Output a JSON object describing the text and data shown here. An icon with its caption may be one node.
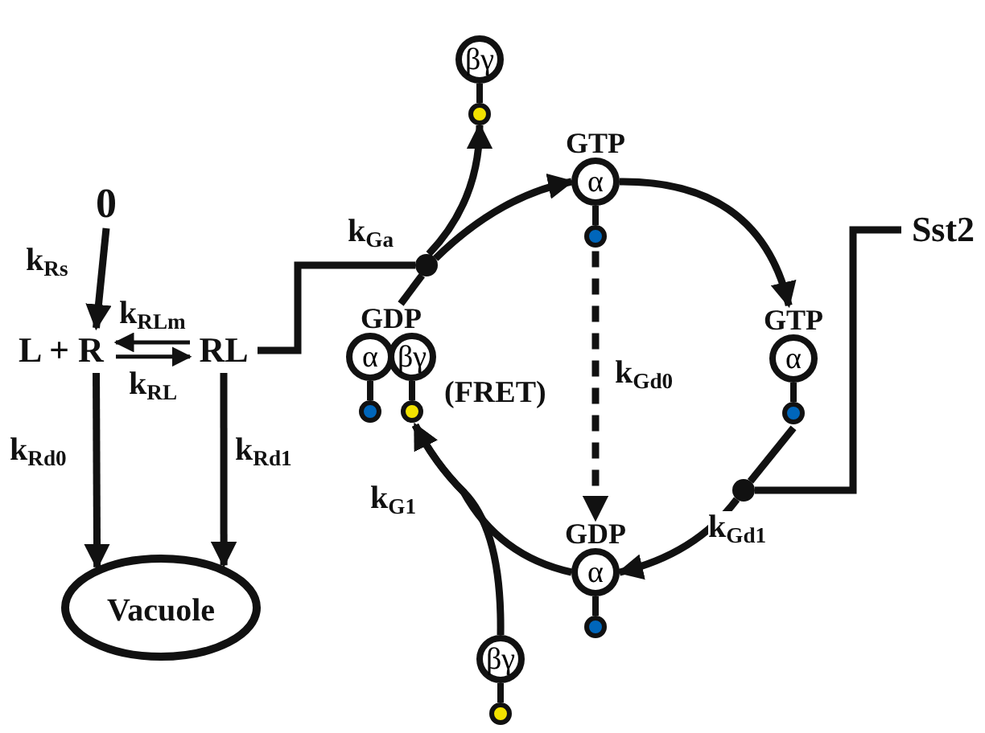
{
  "diagram": {
    "nodes": [
      {
        "text": [
          "0"
        ]
      },
      {
        "text": [
          "L + R"
        ]
      },
      {
        "text": [
          "RL"
        ]
      },
      {
        "text": [
          "Vacuole"
        ]
      },
      {
        "text": [
          "βγ"
        ]
      },
      {
        "text": [
          "GTP",
          "α"
        ]
      },
      {
        "text": [
          "GTP",
          "α"
        ]
      },
      {
        "text": [
          "GDP",
          "α"
        ]
      },
      {
        "text": [
          "GDP",
          "α",
          "βγ"
        ],
        "beside": [
          "(FRET)"
        ]
      },
      {
        "text": [
          "βγ"
        ]
      },
      {
        "text": [
          "Sst2"
        ]
      },
      {
        "text": [],
        "shape": "circle"
      },
      {
        "text": [],
        "shape": "circle"
      }
    ],
    "edges": [
      {
        "from": 0,
        "to": 1,
        "arrow": "to",
        "label": "k$_{Rs}$"
      },
      {
        "from": 2,
        "to": 1,
        "arrow": "to",
        "label": "k$_{RLm}$"
      },
      {
        "from": 1,
        "to": 2,
        "arrow": "to",
        "label": "k$_{RL}$"
      },
      {
        "from": 1,
        "to": 3,
        "arrow": "to",
        "label": "k$_{Rd0}$"
      },
      {
        "from": 2,
        "to": 3,
        "arrow": "to",
        "label": "k$_{Rd1}$"
      },
      {
        "from": 2,
        "to": 11,
        "arrow": "none"
      },
      {
        "from": 8,
        "to": 11,
        "arrow": "none"
      },
      {
        "from": 11,
        "to": 5,
        "arrow": "to",
        "label": "k$_{Ga}$"
      },
      {
        "from": 11,
        "to": 4,
        "arrow": "to"
      },
      {
        "from": 5,
        "to": 6,
        "arrow": "to"
      },
      {
        "from": 5,
        "to": 7,
        "arrow": "to",
        "style": "dashed",
        "label": "k$_{Gd0}$"
      },
      {
        "from": 6,
        "to": 12,
        "arrow": "none"
      },
      {
        "from": 12,
        "to": 7,
        "arrow": "to",
        "label": "k$_{Gd1}$"
      },
      {
        "from": 10,
        "to": 12,
        "arrow": "none"
      },
      {
        "from": 7,
        "to": 8,
        "arrow": "to",
        "label": "k$_{G1}$"
      },
      {
        "from": 9,
        "to": 8,
        "arrow": "to"
      }
    ]
  }
}
